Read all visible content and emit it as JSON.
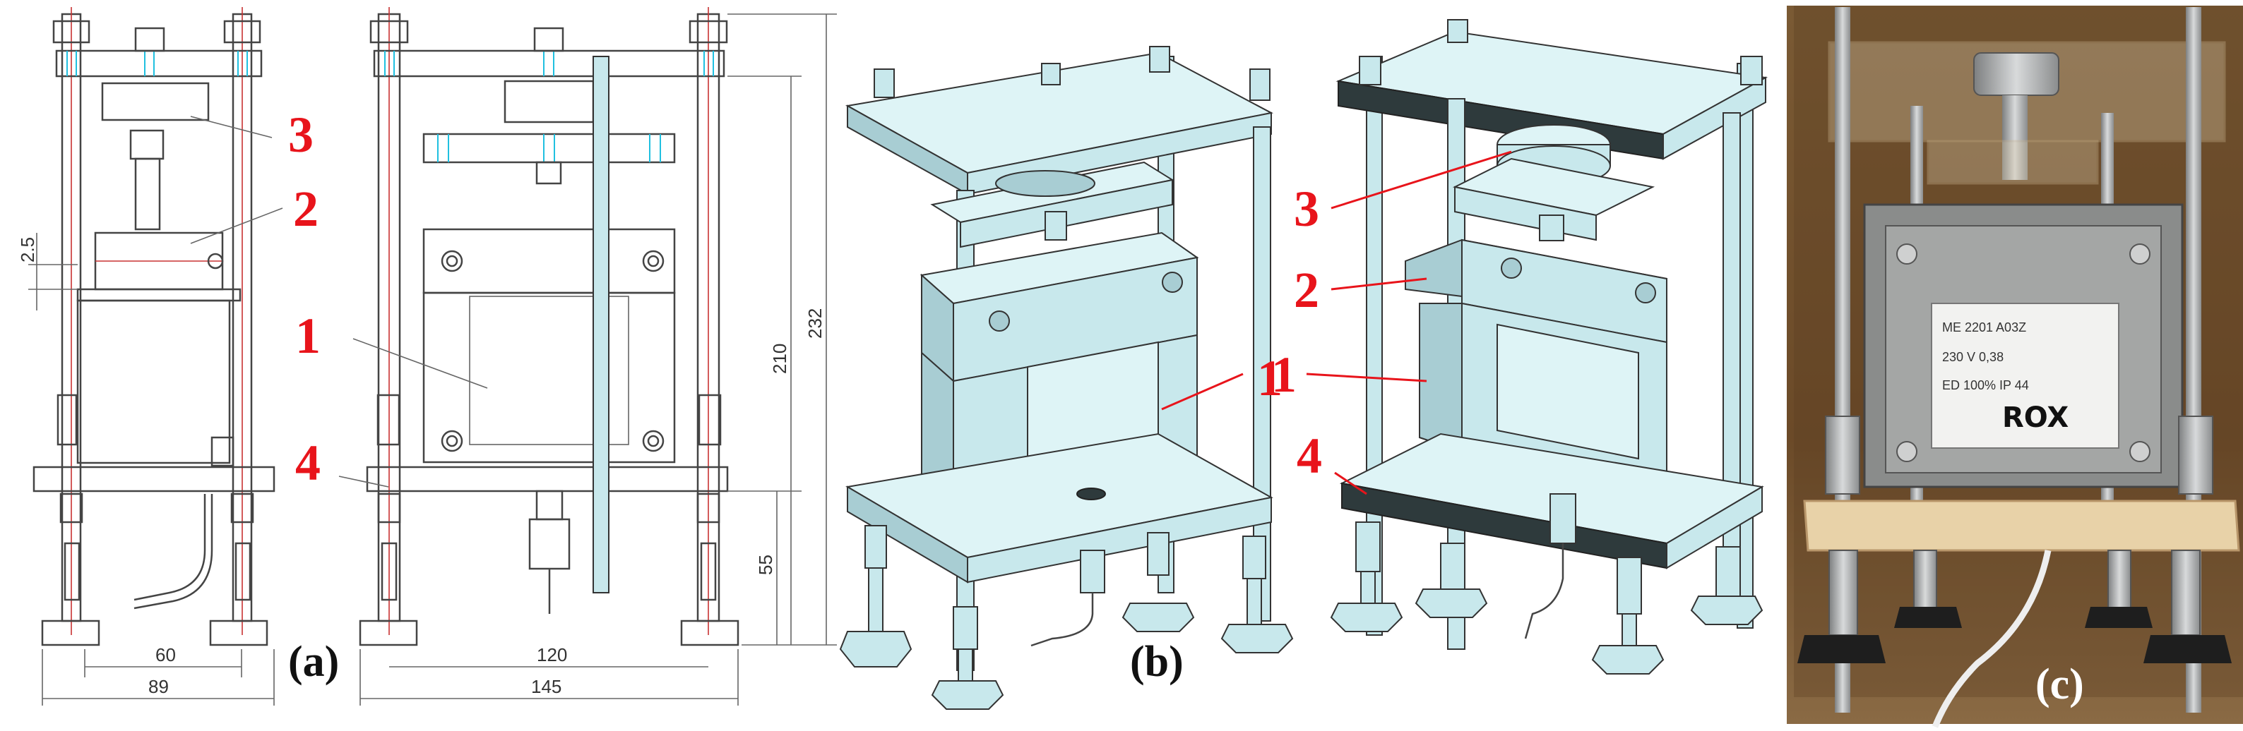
{
  "panels": {
    "a": {
      "label": "(a)",
      "callouts": [
        "1",
        "2",
        "3",
        "4"
      ],
      "dimensions": {
        "gap": "2.5",
        "side_inner_width": "60",
        "side_outer_width": "89",
        "front_inner_width": "120",
        "front_outer_width": "145",
        "height_to_top_plate": "210",
        "total_height": "232",
        "base_height": "55"
      }
    },
    "b": {
      "label": "(b)",
      "callouts_left": [
        "1"
      ],
      "callouts_right": [
        "1",
        "2",
        "3",
        "4"
      ]
    },
    "c": {
      "label": "(c)",
      "nameplate": [
        "ME 2201 A03Z",
        "230 V  0,38",
        "ED 100%  IP 44",
        "ROX"
      ]
    }
  },
  "colors": {
    "callout": "#e8141b",
    "model_face": "#c8e8ec",
    "model_dark": "#2e3a3c",
    "photo_background": "#6b4e2e",
    "wood_base": "#e8d2a8"
  }
}
